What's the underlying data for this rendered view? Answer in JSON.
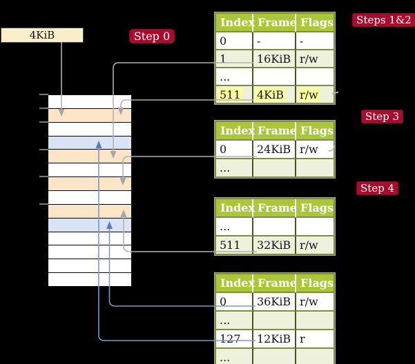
{
  "page_size_label": "4KiB",
  "badges": {
    "step0": "Step 0",
    "steps12": "Steps 1&2",
    "step3": "Step 3",
    "step4": "Step 4"
  },
  "memory_strip": {
    "rows": [
      "white",
      "peach",
      "white",
      "blue",
      "peach",
      "white",
      "peach",
      "white",
      "peach",
      "blue",
      "white",
      "white",
      "white",
      "white"
    ]
  },
  "tables": [
    {
      "name": "page-table-steps-1-2",
      "headers": [
        "Index",
        "Frame",
        "Flags"
      ],
      "rows": [
        {
          "shade": "white",
          "cells": [
            "0",
            "-",
            "-"
          ]
        },
        {
          "shade": "green",
          "cells": [
            "1",
            "16KiB",
            "r/w"
          ]
        },
        {
          "shade": "white",
          "cells": [
            "...",
            "",
            ""
          ]
        },
        {
          "shade": "green hl",
          "cells": [
            "511",
            "4KiB",
            "r/w"
          ]
        }
      ]
    },
    {
      "name": "page-table-step-3",
      "headers": [
        "Index",
        "Frame",
        "Flags"
      ],
      "rows": [
        {
          "shade": "white",
          "cells": [
            "0",
            "24KiB",
            "r/w"
          ]
        },
        {
          "shade": "green",
          "cells": [
            "...",
            "",
            ""
          ]
        }
      ]
    },
    {
      "name": "page-table-step-4",
      "headers": [
        "Index",
        "Frame",
        "Flags"
      ],
      "rows": [
        {
          "shade": "white",
          "cells": [
            "...",
            "",
            ""
          ]
        },
        {
          "shade": "green",
          "cells": [
            "511",
            "32KiB",
            "r/w"
          ]
        }
      ]
    },
    {
      "name": "page-table-final",
      "headers": [
        "Index",
        "Frame",
        "Flags"
      ],
      "rows": [
        {
          "shade": "white",
          "cells": [
            "0",
            "36KiB",
            "r/w"
          ]
        },
        {
          "shade": "green",
          "cells": [
            "...",
            "",
            ""
          ]
        },
        {
          "shade": "white",
          "cells": [
            "127",
            "12KiB",
            "r"
          ]
        },
        {
          "shade": "green",
          "cells": [
            "...",
            "",
            ""
          ]
        }
      ]
    }
  ],
  "colors": {
    "background": "#000000",
    "badge_red": "#a60c2e",
    "table_header_green": "#a9c739",
    "table_row_green": "#eef2dc",
    "highlight_yellow": "#ffff9d",
    "page_peach": "#fce5c7",
    "page_blue": "#d8e4f4",
    "box_cream": "#fbeecb",
    "connector_gray": "#b2b2b2",
    "connector_gray_arrow": "#a6a6a6",
    "connector_blue": "#7e97c8",
    "connector_blue_arrow": "#5a7ab8"
  }
}
